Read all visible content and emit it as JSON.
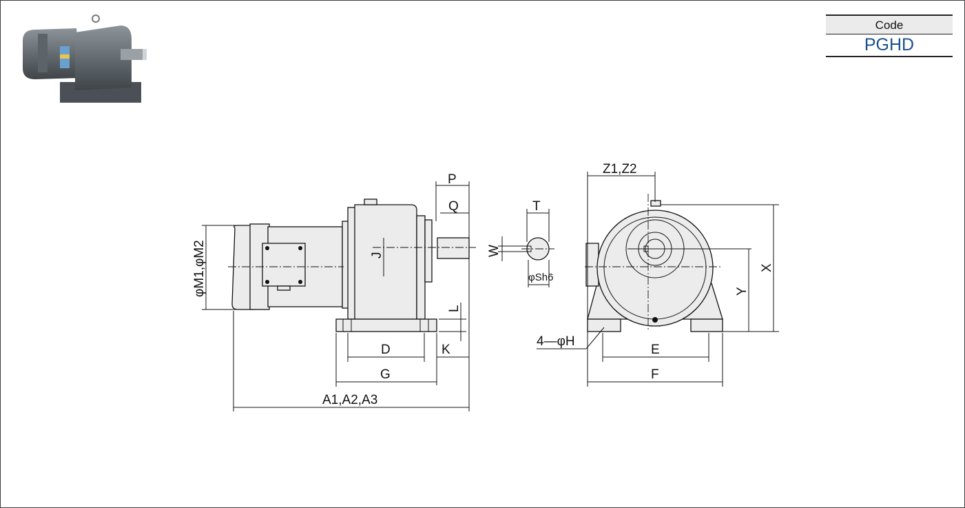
{
  "code": {
    "header": "Code",
    "value": "PGHD"
  },
  "dimensions": {
    "P": "P",
    "Q": "Q",
    "J": "J",
    "L": "L",
    "D": "D",
    "K": "K",
    "G": "G",
    "A": "A1,A2,A3",
    "M": "φM1,φM2",
    "T": "T",
    "W": "W",
    "S": "φSh6",
    "Z": "Z1,Z2",
    "X": "X",
    "Y": "Y",
    "H": "4—φH",
    "E": "E",
    "F": "F"
  },
  "icons": {
    "product": "gear-motor-photo"
  }
}
